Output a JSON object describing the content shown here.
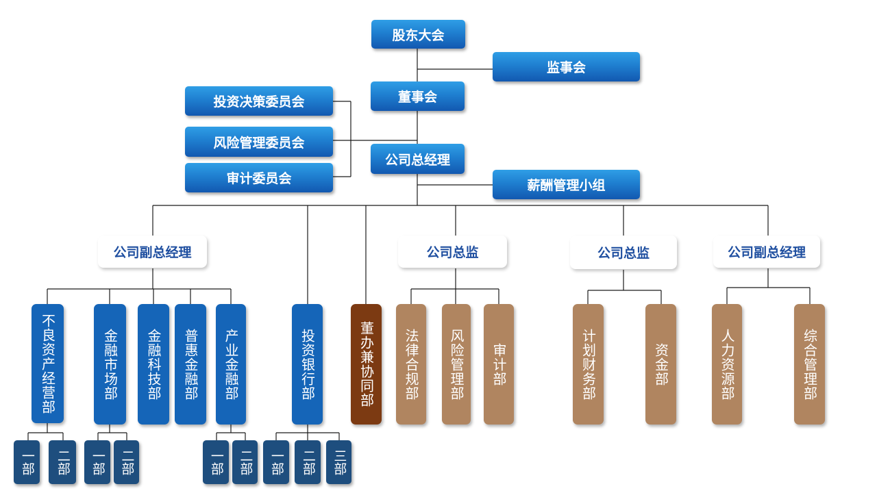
{
  "top": {
    "shareholders": "股东大会",
    "supervisors": "监事会",
    "board": "董事会",
    "gm": "公司总经理",
    "salary_group": "薪酬管理小组"
  },
  "committees": [
    "投资决策委员会",
    "风险管理委员会",
    "审计委员会"
  ],
  "executives": [
    "公司副总经理",
    "公司总监",
    "公司总监",
    "公司副总经理"
  ],
  "departments": [
    "不良资产经营部",
    "金融市场部",
    "金融科技部",
    "普惠金融部",
    "产业金融部",
    "投资银行部",
    "董办兼协同部",
    "法律合规部",
    "风险管理部",
    "审计部",
    "计划财务部",
    "资金部",
    "人力资源部",
    "综合管理部"
  ],
  "sub_units": [
    "一部",
    "二部",
    "一部",
    "二部",
    "一部",
    "二部",
    "一部",
    "二部",
    "三部"
  ],
  "colors": {
    "header_blue": "#1f7fd0",
    "dept_blue": "#1565b8",
    "dept_brown": "#b08560",
    "dept_dark_brown": "#7c3a12",
    "sub_unit_navy": "#1e4e7e",
    "exec_text": "#1f4fa0"
  }
}
